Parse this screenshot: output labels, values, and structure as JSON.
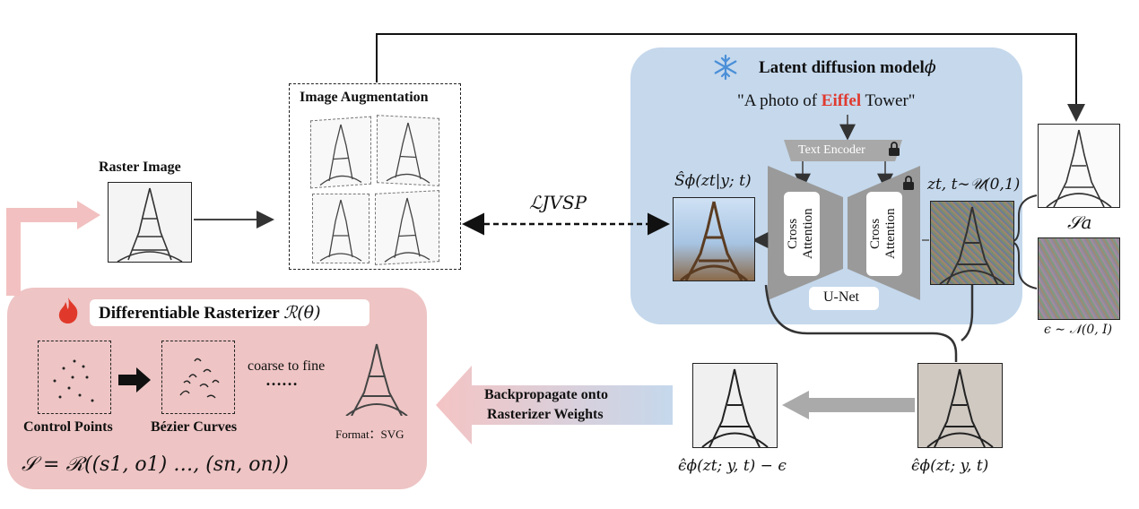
{
  "latent_model": {
    "title": "Latent diffusion model",
    "title_symbol": "ϕ",
    "prompt_prefix": "\"A photo of ",
    "prompt_highlight": "Eiffel",
    "prompt_suffix": " Tower\"",
    "highlight_color": "#e03a2f",
    "text_encoder": "Text Encoder",
    "cross_attention_left": "Cross Attention",
    "cross_attention_right": "Cross Attention",
    "unet": "U-Net",
    "output_label": "Ŝϕ(zt|y; t)",
    "noise_label": "zt, t∼𝒰(0,1)",
    "panel_color": "#c5d8ec"
  },
  "augmentation": {
    "title": "Image Augmentation"
  },
  "raster": {
    "title": "Raster Image"
  },
  "loss": {
    "label": "ℒJVSP"
  },
  "sample": {
    "sa_label": "𝒮a",
    "epsilon_label": "ϵ ∼ 𝒩(0, I)"
  },
  "rasterizer": {
    "title": "Differentiable Rasterizer",
    "title_math": "ℛ(θ)",
    "control_points": "Control Points",
    "bezier_curves": "Bézier Curves",
    "coarse_to_fine": "coarse to fine",
    "dots": "……",
    "format": "Format：SVG",
    "equation": "𝒮 = ℛ((s1, o1) …, (sn, on))",
    "panel_color": "#eec4c4"
  },
  "backprop": {
    "line1": "Backpropagate onto",
    "line2": "Rasterizer Weights"
  },
  "eps_pred": {
    "label": "ϵ̂ϕ(zt; y, t)"
  },
  "eps_diff": {
    "label": "ϵ̂ϕ(zt; y, t) − ϵ"
  }
}
